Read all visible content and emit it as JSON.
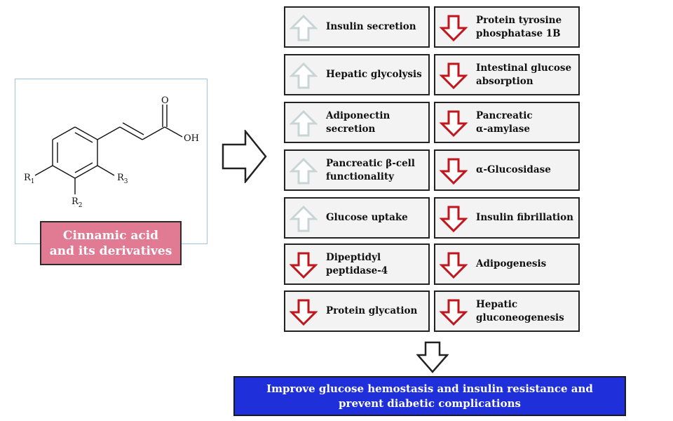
{
  "structure": {
    "oxygen_label": "O",
    "hydroxyl_label": "OH",
    "r1_label": "R",
    "r1_sub": "1",
    "r2_label": "R",
    "r2_sub": "2",
    "r3_label": "R",
    "r3_sub": "3"
  },
  "compound": {
    "line1": "Cinnamic acid",
    "line2": "and its derivatives"
  },
  "effects": [
    {
      "lines": [
        "Insulin secretion"
      ],
      "direction": "up",
      "color": "#c9d4d4"
    },
    {
      "lines": [
        "Protein tyrosine",
        "phosphatase 1B"
      ],
      "direction": "down",
      "color": "#c0161e"
    },
    {
      "lines": [
        "Hepatic glycolysis"
      ],
      "direction": "up",
      "color": "#c9d4d4"
    },
    {
      "lines": [
        "Intestinal glucose",
        "absorption"
      ],
      "direction": "down",
      "color": "#c0161e"
    },
    {
      "lines": [
        "Adiponectin",
        "secretion"
      ],
      "direction": "up",
      "color": "#c9d4d4"
    },
    {
      "lines": [
        "Pancreatic",
        "α-amylase"
      ],
      "direction": "down",
      "color": "#c0161e"
    },
    {
      "lines": [
        "Pancreatic β-cell",
        "functionality"
      ],
      "direction": "up",
      "color": "#c9d4d4"
    },
    {
      "lines": [
        "α-Glucosidase"
      ],
      "direction": "down",
      "color": "#c0161e"
    },
    {
      "lines": [
        "Glucose uptake"
      ],
      "direction": "up",
      "color": "#c9d4d4"
    },
    {
      "lines": [
        "Insulin fibrillation"
      ],
      "direction": "down",
      "color": "#c0161e"
    },
    {
      "lines": [
        "Dipeptidyl",
        "peptidase-4"
      ],
      "direction": "down",
      "color": "#c0161e"
    },
    {
      "lines": [
        "Adipogenesis"
      ],
      "direction": "down",
      "color": "#c0161e"
    },
    {
      "lines": [
        "Protein glycation"
      ],
      "direction": "down",
      "color": "#c0161e"
    },
    {
      "lines": [
        "Hepatic",
        "gluconeogenesis"
      ],
      "direction": "down",
      "color": "#c0161e"
    }
  ],
  "conclusion": {
    "line1": "Improve glucose hemostasis and insulin resistance and",
    "line2": "prevent diabetic complications"
  },
  "colors": {
    "compound_label_bg": "#e07b93",
    "conclusion_bg": "#1f2fd9",
    "up_arrow": "#c9d4d4",
    "down_arrow": "#c0161e"
  }
}
